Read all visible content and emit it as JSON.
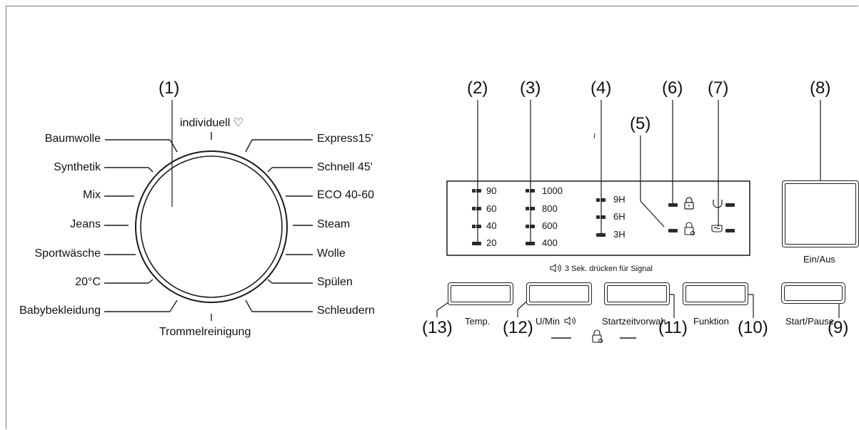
{
  "dial": {
    "callout": "(1)",
    "top_program": "individuell ♡",
    "bottom_program": "Trommelreinigung",
    "left_programs": [
      "Baumwolle",
      "Synthetik",
      "Mix",
      "Jeans",
      "Sportwäsche",
      "20°C",
      "Babybekleidung"
    ],
    "right_programs": [
      "Express15'",
      "Schnell 45'",
      "ECO 40-60",
      "Steam",
      "Wolle",
      "Spülen",
      "Schleudern"
    ]
  },
  "callouts": {
    "c2": "(2)",
    "c3": "(3)",
    "c4": "(4)",
    "c5": "(5)",
    "c6": "(6)",
    "c7": "(7)",
    "c8": "(8)",
    "c9": "(9)",
    "c10": "(10)",
    "c11": "(11)",
    "c12": "(12)",
    "c13": "(13)"
  },
  "display": {
    "temperatures": [
      "90",
      "60",
      "40",
      "20"
    ],
    "speeds": [
      "1000",
      "800",
      "600",
      "400"
    ],
    "delay": [
      "9H",
      "6H",
      "3H"
    ],
    "mark": "'",
    "lock_icon": "padlock-icon",
    "child_lock_icon": "child-lock-icon",
    "water_icons": [
      "water-tap-icon",
      "water-tub-icon"
    ]
  },
  "hint": {
    "text": "3 Sek. drücken für Signal",
    "icon": "mute-speaker-icon"
  },
  "buttons": {
    "temp": "Temp.",
    "speed": "U/Min",
    "delay": "Startzeitvorwah",
    "function": "Funktion",
    "power": "Ein/Aus",
    "start": "Start/Pause"
  },
  "colors": {
    "line": "#1a1a1a",
    "frame": "#777777"
  }
}
